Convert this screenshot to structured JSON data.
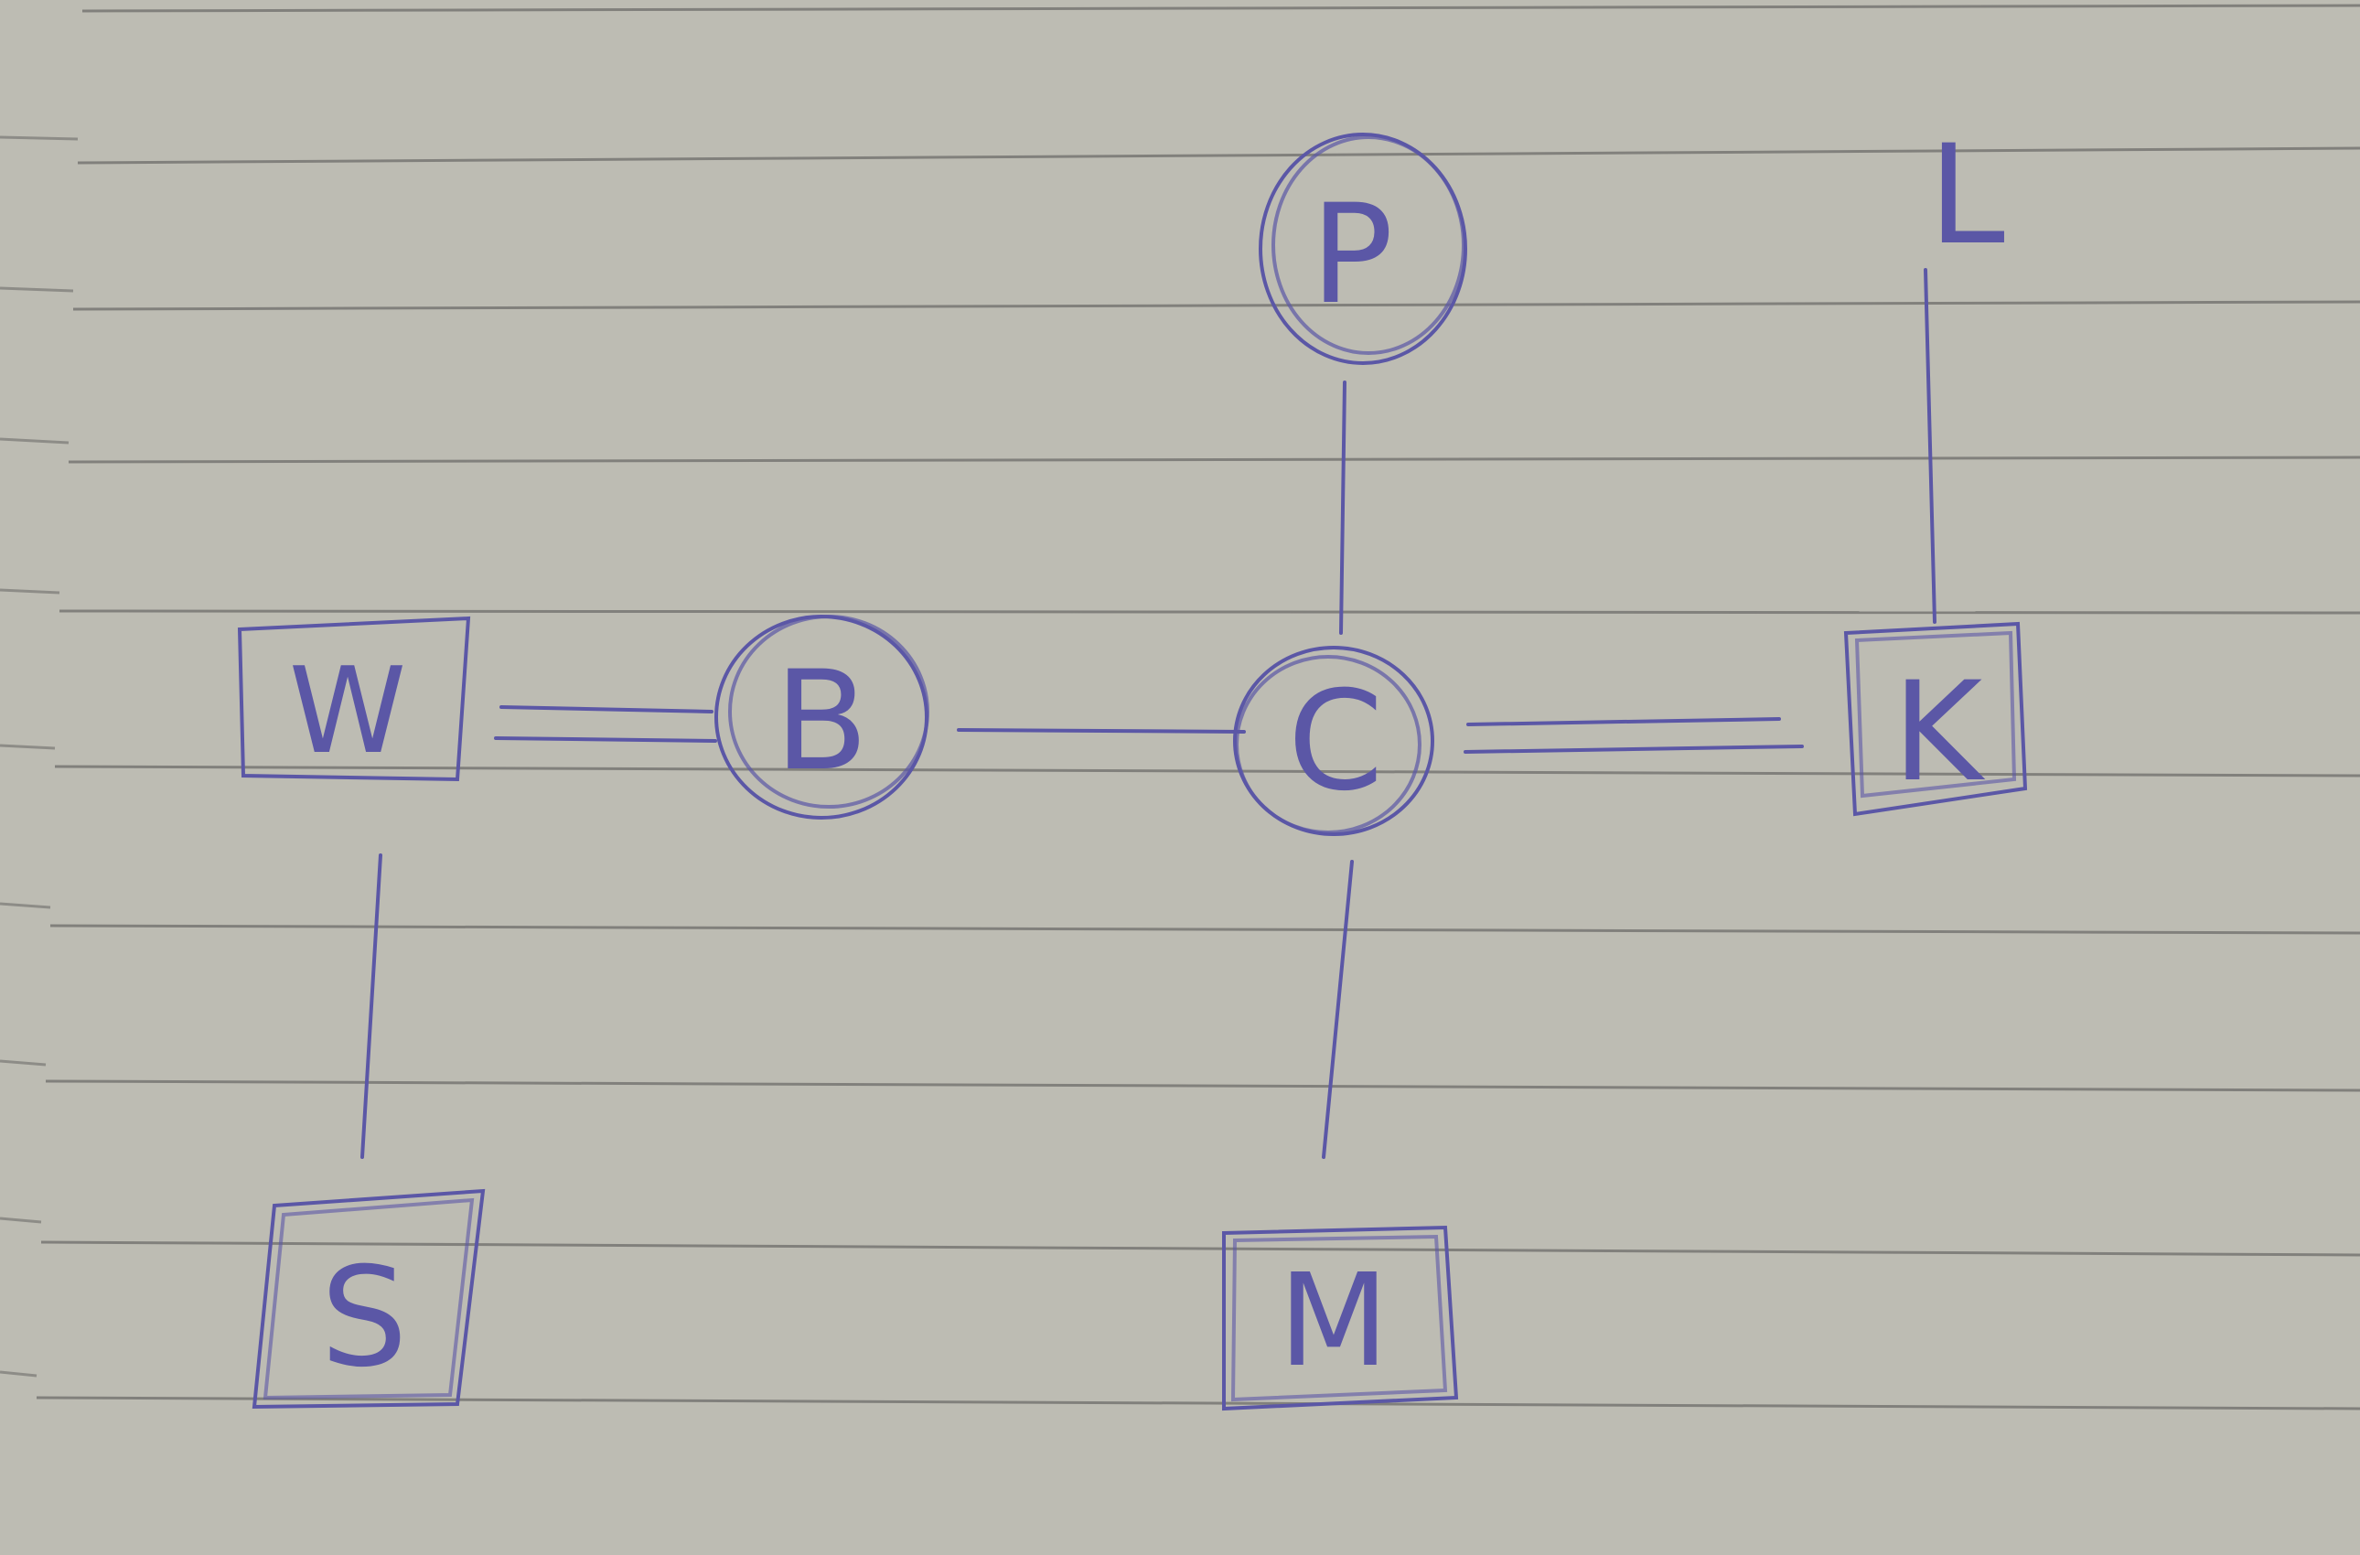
{
  "diagram": {
    "title": "",
    "nodes": [
      {
        "id": "P",
        "label": "P",
        "shape": "circle"
      },
      {
        "id": "L",
        "label": "L",
        "shape": "none"
      },
      {
        "id": "W",
        "label": "W",
        "shape": "square"
      },
      {
        "id": "B",
        "label": "B",
        "shape": "circle"
      },
      {
        "id": "C",
        "label": "C",
        "shape": "circle"
      },
      {
        "id": "K",
        "label": "K",
        "shape": "square"
      },
      {
        "id": "S",
        "label": "S",
        "shape": "square"
      },
      {
        "id": "M",
        "label": "M",
        "shape": "square"
      }
    ],
    "edges": [
      {
        "from": "W",
        "to": "B",
        "type": "double"
      },
      {
        "from": "B",
        "to": "C",
        "type": "single"
      },
      {
        "from": "C",
        "to": "K",
        "type": "double"
      },
      {
        "from": "P",
        "to": "C",
        "type": "single"
      },
      {
        "from": "L",
        "to": "K",
        "type": "single"
      },
      {
        "from": "W",
        "to": "S",
        "type": "single"
      },
      {
        "from": "C",
        "to": "M",
        "type": "single"
      }
    ]
  },
  "colors": {
    "paper": "#bdbcb3",
    "rule_line": "#6e6d6a",
    "ink": "#5b57a6"
  }
}
